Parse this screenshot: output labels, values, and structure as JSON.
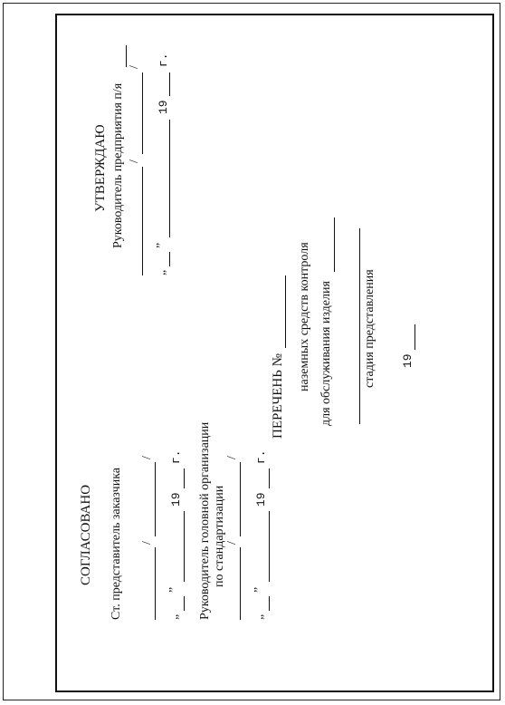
{
  "left_block": {
    "heading": "СОГЛАСОВАНО",
    "signer1_title": "Ст. представитель заказчика",
    "signer2_title_line1": "Руководитель головной организации",
    "signer2_title_line2": "по стандартизации",
    "quote_open": "„",
    "quote_close": "”",
    "slash": "/",
    "year_prefix": "19",
    "year_suffix": "г."
  },
  "right_block": {
    "heading": "УТВЕРЖДАЮ",
    "signer_title": "Руководитель предприятия п/я",
    "quote_open": "„",
    "quote_close": "”",
    "slash": "/",
    "year_prefix": "19",
    "year_suffix": "г."
  },
  "center_block": {
    "list_label": "ПЕРЕЧЕНЬ №",
    "subtitle_line1": "наземных средств контроля",
    "subtitle_line2": "для обслуживания изделия",
    "stage_label": "стадия представления",
    "year_prefix": "19"
  }
}
